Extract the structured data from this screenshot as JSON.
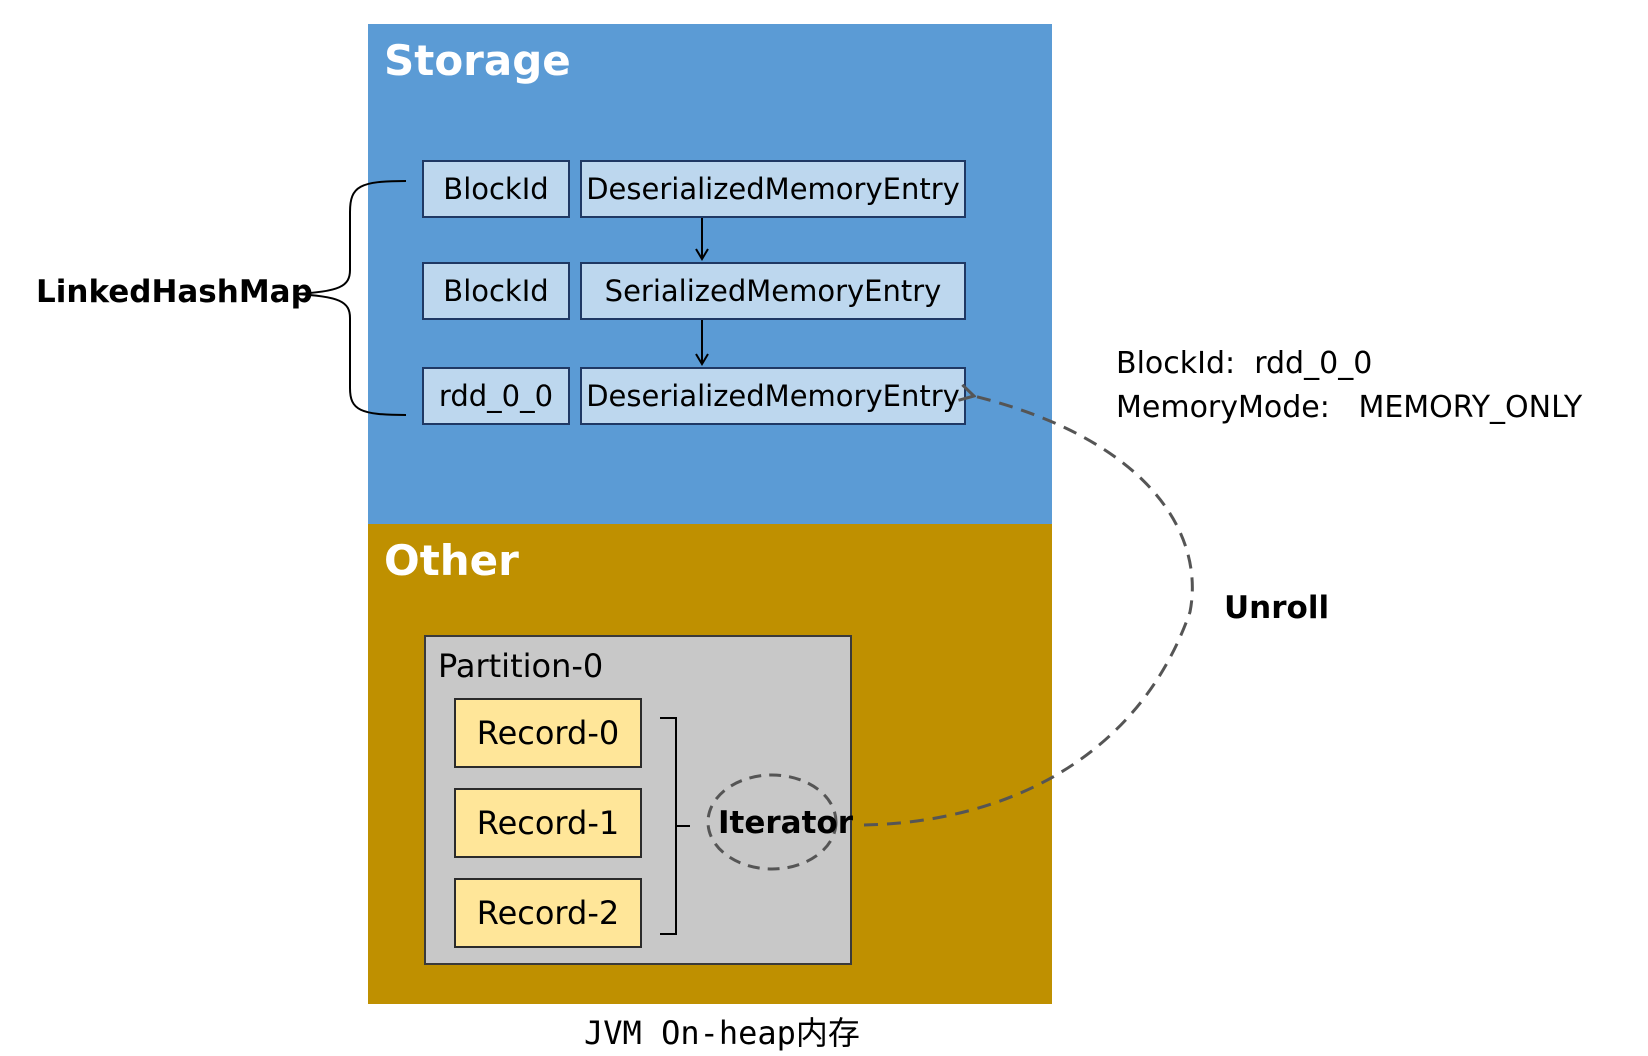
{
  "storage": {
    "title": "Storage",
    "color": "#5b9bd5",
    "map_label": "LinkedHashMap",
    "rows": [
      {
        "key": "BlockId",
        "value": "DeserializedMemoryEntry"
      },
      {
        "key": "BlockId",
        "value": "SerializedMemoryEntry"
      },
      {
        "key": "rdd_0_0",
        "value": "DeserializedMemoryEntry"
      }
    ]
  },
  "other": {
    "title": "Other",
    "color": "#bf9000",
    "partition": {
      "title": "Partition-0",
      "records": [
        "Record-0",
        "Record-1",
        "Record-2"
      ],
      "iterator_label": "Iterator"
    }
  },
  "unroll": {
    "label": "Unroll",
    "block_id_line": "BlockId:  rdd_0_0",
    "memory_mode_line": "MemoryMode:   MEMORY_ONLY"
  },
  "caption": "JVM On-heap内存"
}
